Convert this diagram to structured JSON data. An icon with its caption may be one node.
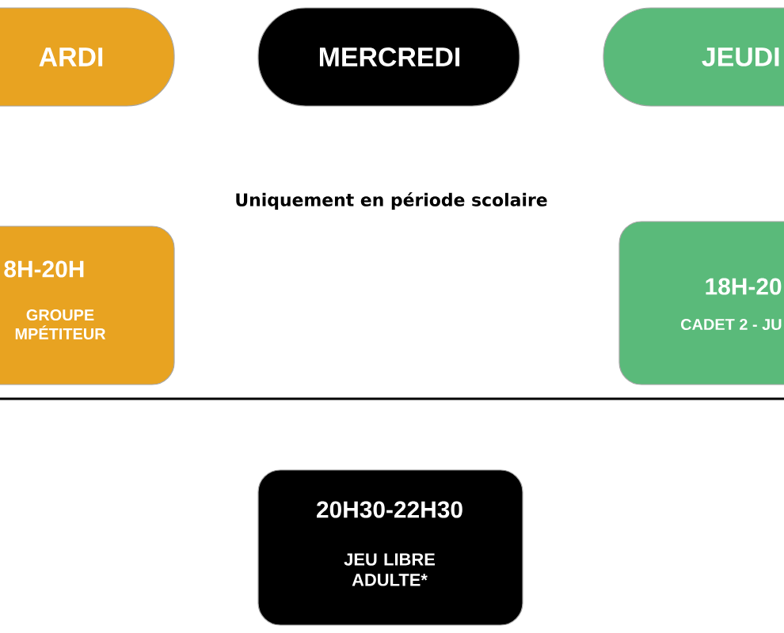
{
  "diagram": {
    "nodes": [
      {
        "text": [
          "ARDI"
        ]
      },
      {
        "text": [
          "MERCREDI"
        ]
      },
      {
        "text": [
          "JEUDI"
        ]
      },
      {
        "text": [
          "8H-20H",
          "GROUPE MPÉTITEUR"
        ]
      },
      {
        "text": [
          "18H-20",
          "CADET 2 - JU"
        ]
      },
      {
        "text": [
          "20H30-22H30",
          "JEU LIBRE ADULTE*"
        ]
      }
    ],
    "labels": [
      "Uniquement en période scolaire"
    ]
  }
}
